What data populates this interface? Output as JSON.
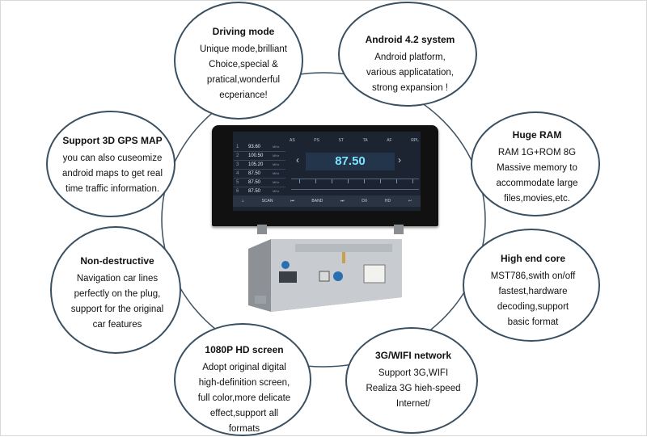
{
  "bubbles": {
    "driving": {
      "title": "Driving mode",
      "lines": [
        "Unique mode,brilliant",
        "Choice,special &",
        "pratical,wonderful",
        "ecperiance!"
      ]
    },
    "android": {
      "title": "Android 4.2 system",
      "lines": [
        "Android platform,",
        "various applicatation,",
        "strong expansion !"
      ]
    },
    "gps": {
      "title": "Support 3D GPS MAP",
      "lines": [
        "you can also cuseomize",
        "android maps to get real",
        "time traffic information."
      ]
    },
    "ram": {
      "title": "Huge RAM",
      "lines": [
        "RAM 1G+ROM 8G",
        "Massive memory to",
        "accommodate large",
        "files,movies,etc."
      ]
    },
    "nondestructive": {
      "title": "Non-destructive",
      "lines": [
        "Navigation car lines",
        "perfectly on the plug,",
        "support for  the original",
        "car  features"
      ]
    },
    "core": {
      "title": "High end core",
      "lines": [
        "MST786,swith on/off",
        "fastest,hardware",
        "decoding,support",
        "basic format"
      ]
    },
    "hd": {
      "title": "1080P HD screen",
      "lines": [
        "Adopt original digital",
        "high-definition screen,",
        "full color,more delicate",
        "effect,support all",
        "formats"
      ]
    },
    "wifi": {
      "title": "3G/WIFI network",
      "lines": [
        "Support 3G,WIFI",
        "Realiza 3G hieh-speed",
        "Internet/"
      ]
    }
  },
  "radio": {
    "frequency": "87.50",
    "presets": [
      {
        "num": "1",
        "freq": "93.60",
        "unit": "MHz"
      },
      {
        "num": "2",
        "freq": "100.50",
        "unit": "MHz"
      },
      {
        "num": "3",
        "freq": "105.20",
        "unit": "MHz"
      },
      {
        "num": "4",
        "freq": "87.50",
        "unit": "MHz"
      },
      {
        "num": "5",
        "freq": "87.50",
        "unit": "MHz"
      },
      {
        "num": "6",
        "freq": "87.50",
        "unit": "MHz"
      }
    ],
    "band_icons": [
      "AS",
      "PS",
      "ST",
      "TA",
      "AF",
      "RPL"
    ],
    "bottom_bar": [
      "SCAN",
      "BAND",
      "DX",
      "HD"
    ],
    "colors": {
      "display": "#1b2430",
      "freq_text": "#7ee2ff"
    }
  },
  "colors": {
    "bubble_border": "#3a4f60",
    "connector": "#3a4f60"
  }
}
